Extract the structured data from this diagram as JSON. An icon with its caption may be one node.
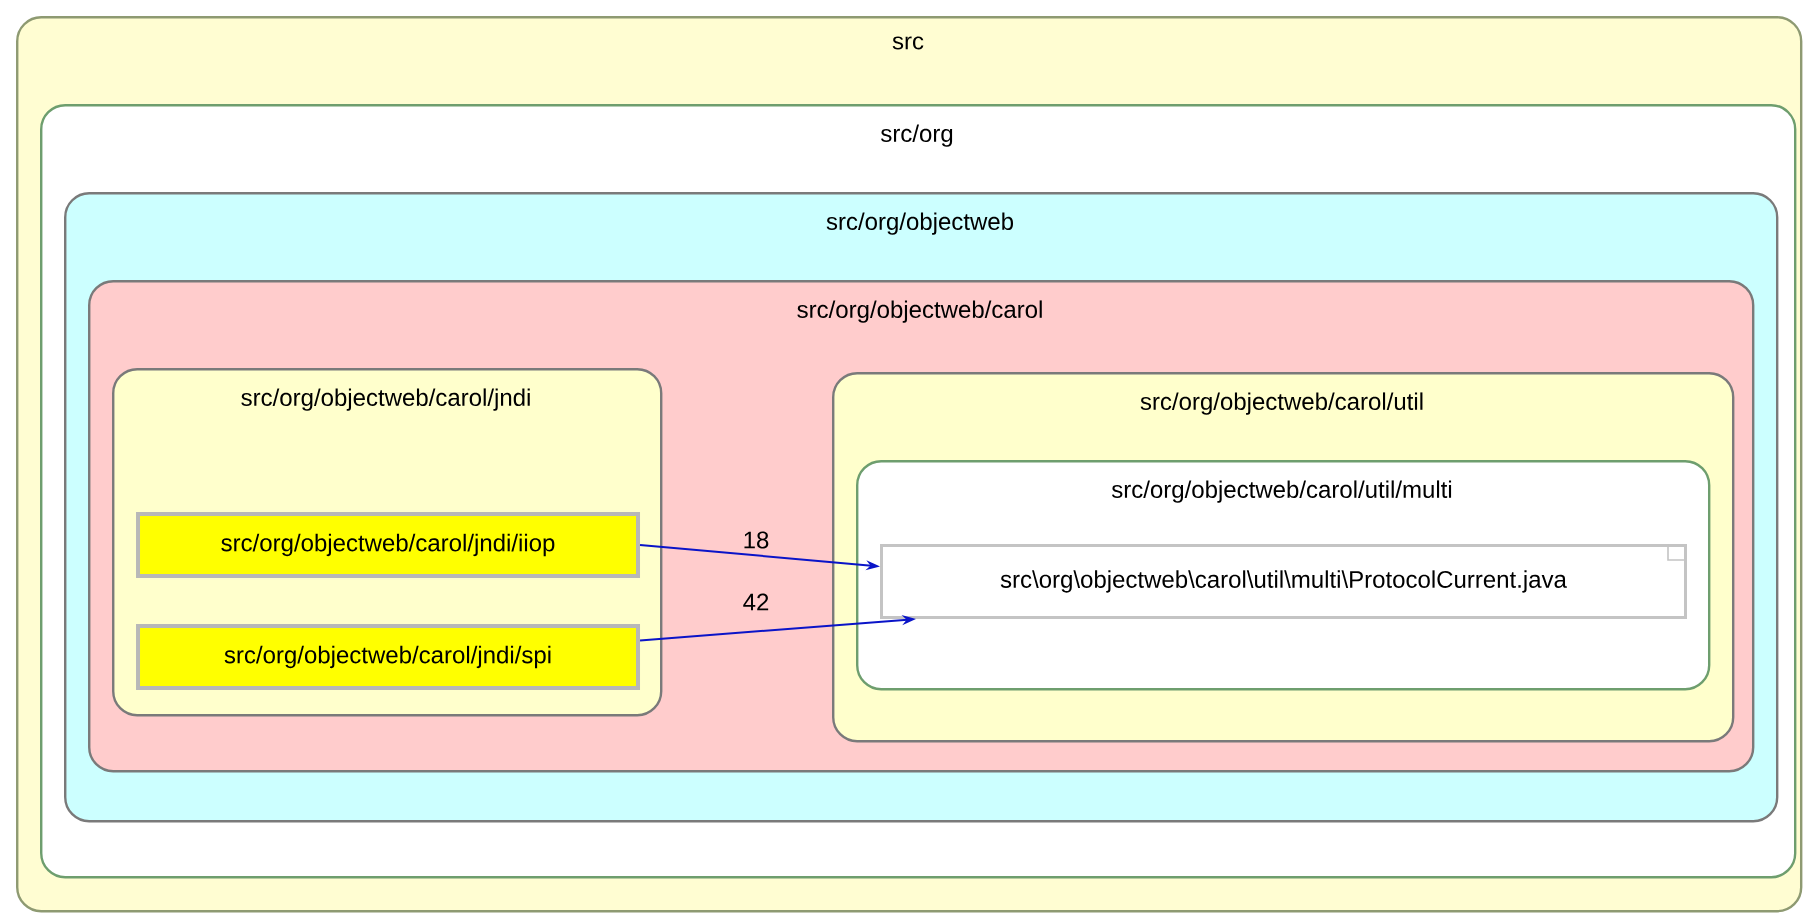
{
  "diagram": {
    "nodes": [
      {
        "text": [
          "src"
        ]
      },
      {
        "text": [
          "src/org"
        ],
        "in": 0
      },
      {
        "text": [
          "src/org/objectweb"
        ],
        "in": 1
      },
      {
        "text": [
          "src/org/objectweb/carol"
        ],
        "in": 2
      },
      {
        "text": [
          "src/org/objectweb/carol/jndi"
        ],
        "in": 3
      },
      {
        "text": [
          "src/org/objectweb/carol/jndi/iiop"
        ],
        "in": 4
      },
      {
        "text": [
          "src/org/objectweb/carol/jndi/spi"
        ],
        "in": 4
      },
      {
        "text": [
          "src/org/objectweb/carol/util"
        ],
        "in": 3
      },
      {
        "text": [
          "src/org/objectweb/carol/util/multi"
        ],
        "in": 7
      },
      {
        "text": [
          "src\\org\\objectweb\\carol\\util\\multi\\ProtocolCurrent.java"
        ],
        "in": 8
      }
    ],
    "edges": [
      {
        "from": 5,
        "to": 9,
        "arrow": "to",
        "label": "18"
      },
      {
        "from": 6,
        "to": 9,
        "arrow": "to",
        "label": "42"
      }
    ]
  }
}
